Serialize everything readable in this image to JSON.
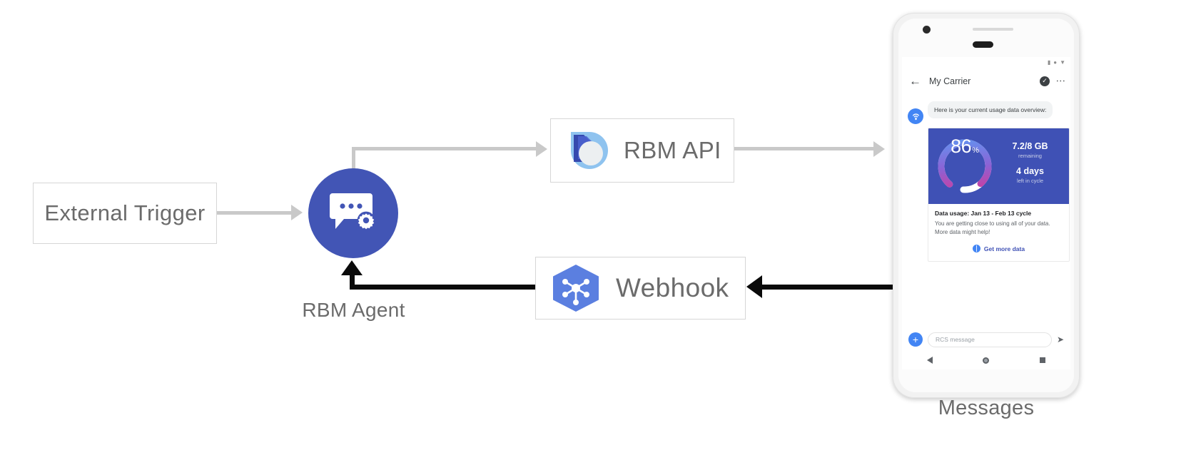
{
  "diagram": {
    "nodes": {
      "external_trigger": {
        "label": "External Trigger"
      },
      "rbm_agent": {
        "label": "RBM Agent",
        "icon": "chat-gear-icon",
        "color": "#4255b5"
      },
      "rbm_api": {
        "label": "RBM API",
        "icon": "rbm-api-logo-icon"
      },
      "webhook": {
        "label": "Webhook",
        "icon": "webhook-hexagon-icon",
        "color": "#5b7fe0"
      },
      "messages": {
        "label": "Messages"
      }
    },
    "edges": [
      {
        "from": "External Trigger",
        "to": "RBM Agent",
        "style": "grey-arrow"
      },
      {
        "from": "RBM Agent",
        "to": "RBM API",
        "style": "grey-arrow"
      },
      {
        "from": "RBM API",
        "to": "Messages",
        "style": "grey-arrow"
      },
      {
        "from": "Messages",
        "to": "Webhook",
        "style": "black-arrow"
      },
      {
        "from": "Webhook",
        "to": "RBM Agent",
        "style": "black-arrow"
      }
    ]
  },
  "phone": {
    "status_bar": {
      "signal": "▮",
      "wifi": "●",
      "battery": "▼"
    },
    "app_bar": {
      "back": "←",
      "title": "My Carrier",
      "verified": "✓",
      "overflow": "⋮"
    },
    "message": {
      "text": "Here is your current usage data overview:"
    },
    "card": {
      "gauge": {
        "value": "86",
        "unit": "%"
      },
      "data_remaining": {
        "value": "7.2/8 GB",
        "caption": "remaining"
      },
      "days_left": {
        "value": "4 days",
        "caption": "left in cycle"
      },
      "title": "Data usage: Jan 13 - Feb 13 cycle",
      "description": "You are getting close to using all of your data. More data might help!",
      "action_label": "Get more data"
    },
    "composer": {
      "plus": "+",
      "placeholder": "RCS message",
      "send": "➤"
    },
    "nav": {
      "back": "back",
      "home": "home",
      "recents": "recents"
    }
  }
}
